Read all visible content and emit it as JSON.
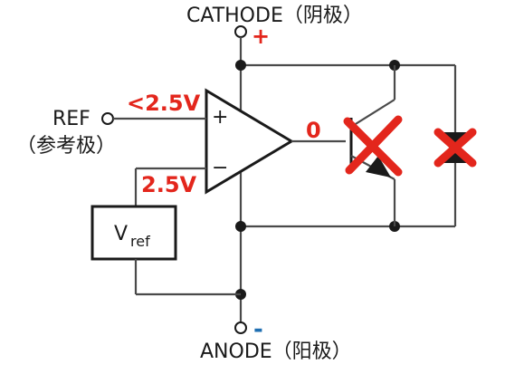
{
  "labels": {
    "cathode": "CATHODE（阴极）",
    "cathode_sign": "+",
    "anode": "ANODE（阳极）",
    "anode_sign": "-",
    "ref": "REF",
    "ref_cn": "（参考极）",
    "ref_voltage": "<2.5V",
    "vref_voltage": "2.5V",
    "output_value": "0",
    "vref_main": "V",
    "vref_sub": "ref",
    "plus_input": "+",
    "minus_input": "−"
  },
  "colors": {
    "red": "#e3261c",
    "blue": "#1f6fb2",
    "black": "#1a1a1a",
    "wire": "#4a4a4a"
  }
}
